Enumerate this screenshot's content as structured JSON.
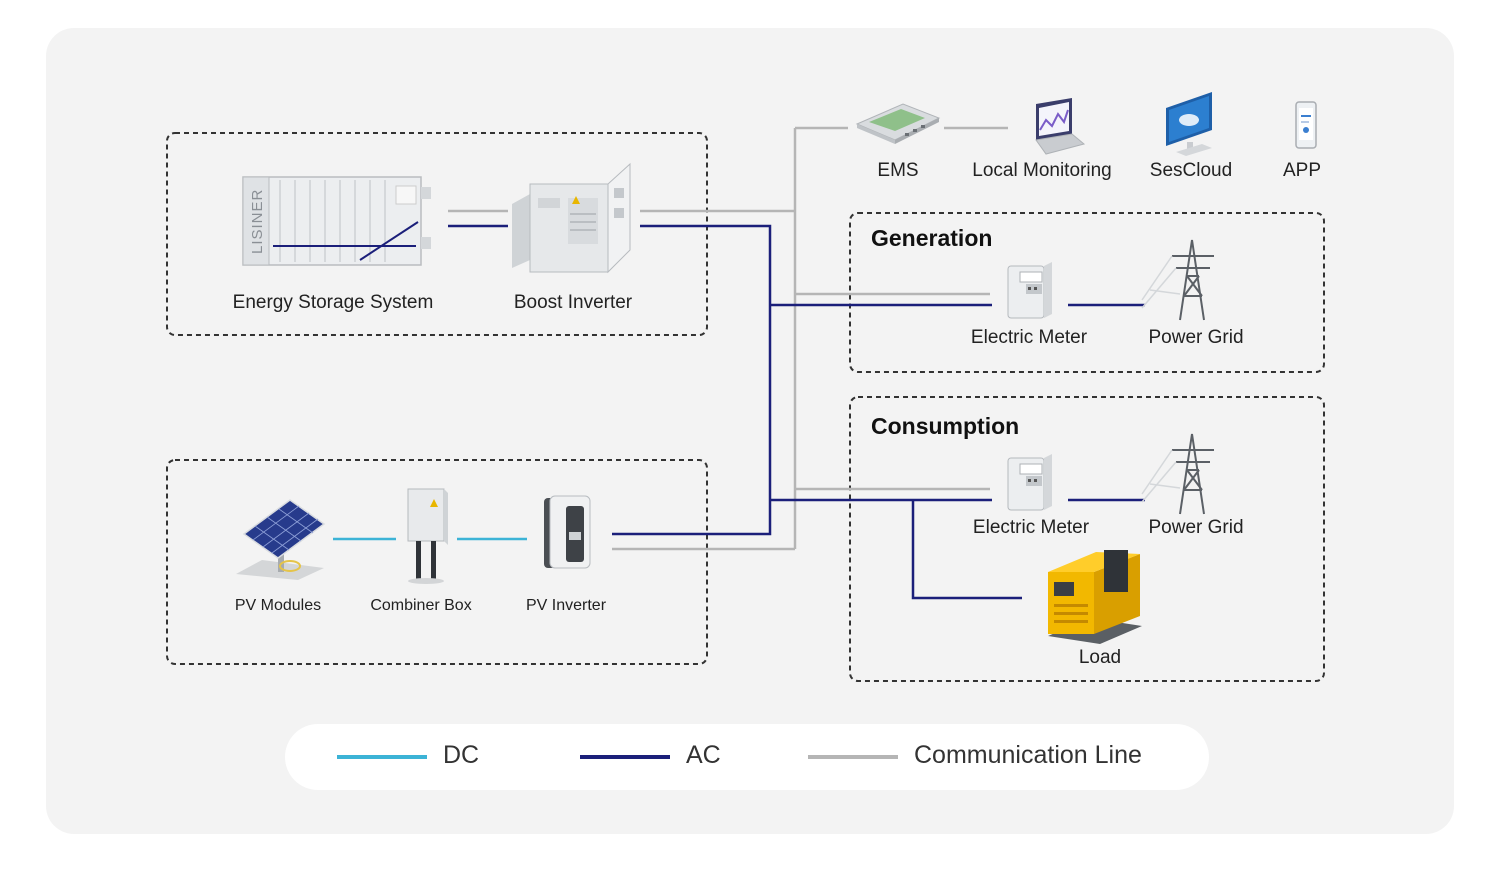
{
  "colors": {
    "dc": "#3cb3d6",
    "ac": "#1b1f7a",
    "communication": "#b5b5b5",
    "panel": "#f3f3f3",
    "dashed_border": "#333333"
  },
  "groups": {
    "generation_title": "Generation",
    "consumption_title": "Consumption"
  },
  "nodes": {
    "energy_storage_system": "Energy Storage System",
    "boost_inverter": "Boost Inverter",
    "pv_modules": "PV Modules",
    "combiner_box": "Combiner Box",
    "pv_inverter": "PV Inverter",
    "ems": "EMS",
    "local_monitoring": "Local Monitoring",
    "sescloud": "SesCloud",
    "app": "APP",
    "generation_meter": "Electric Meter",
    "generation_grid": "Power Grid",
    "consumption_meter": "Electric Meter",
    "consumption_grid": "Power Grid",
    "load": "Load",
    "ess_brand": "LISINER"
  },
  "legend": {
    "dc": "DC",
    "ac": "AC",
    "communication": "Communication Line"
  }
}
